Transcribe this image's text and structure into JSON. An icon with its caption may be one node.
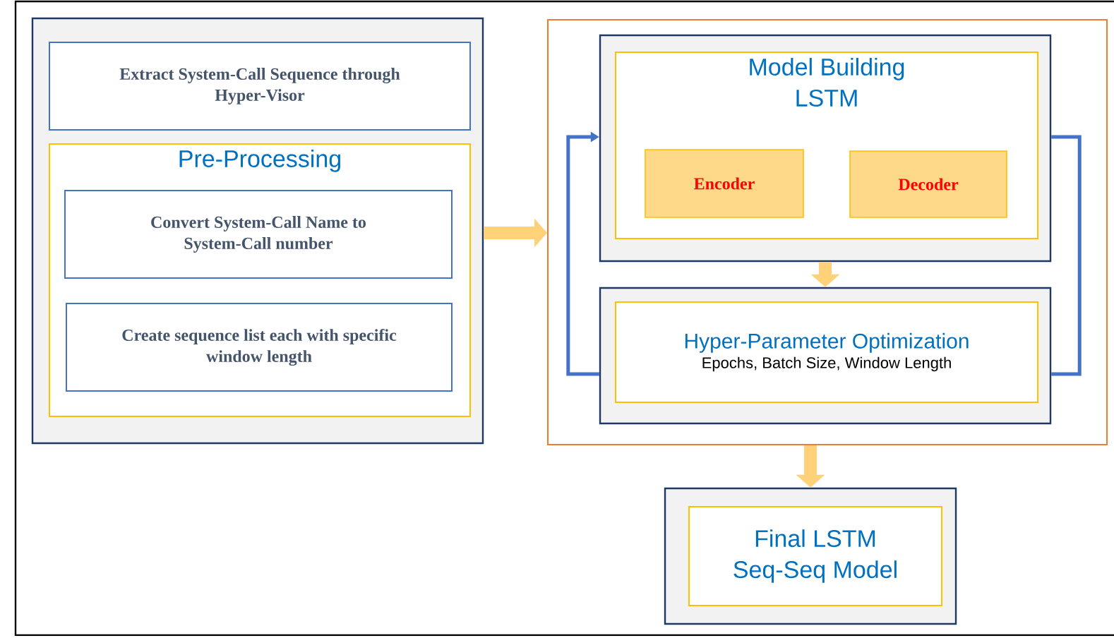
{
  "diagram": {
    "nodes": [
      {
        "text": [],
        "shape": "box"
      },
      {
        "text": [
          "Extract System-Call Sequence through Hyper-Visor"
        ],
        "in": 0
      },
      {
        "text": [
          "Pre-Processing"
        ],
        "in": 0
      },
      {
        "text": [
          "Convert System-Call Name to System-Call number"
        ],
        "in": 2
      },
      {
        "text": [
          "Create sequence list each with specific window length"
        ],
        "in": 2
      },
      {
        "text": [],
        "shape": "box"
      },
      {
        "text": [],
        "shape": "box",
        "in": 5
      },
      {
        "text": [
          "Model Building LSTM"
        ],
        "in": 6
      },
      {
        "text": [
          "Encoder"
        ],
        "in": 7
      },
      {
        "text": [
          "Decoder"
        ],
        "in": 7
      },
      {
        "text": [],
        "shape": "box",
        "in": 5
      },
      {
        "text": [
          "Hyper-Parameter Optimization",
          "Epochs, Batch Size, Window Length"
        ],
        "in": 10
      },
      {
        "text": [],
        "shape": "box"
      },
      {
        "text": [
          "Final LSTM Seq-Seq Model"
        ],
        "in": 12
      }
    ],
    "edges": [
      {
        "from": 0,
        "to": 5,
        "arrow": "to"
      },
      {
        "from": 6,
        "to": 10,
        "arrow": "to"
      },
      {
        "from": 10,
        "to": 6,
        "arrow": "to",
        "color": "#4472c4"
      },
      {
        "from": 6,
        "to": 10,
        "arrow": "none",
        "color": "#4472c4"
      },
      {
        "from": 5,
        "to": 12,
        "arrow": "to"
      }
    ]
  }
}
